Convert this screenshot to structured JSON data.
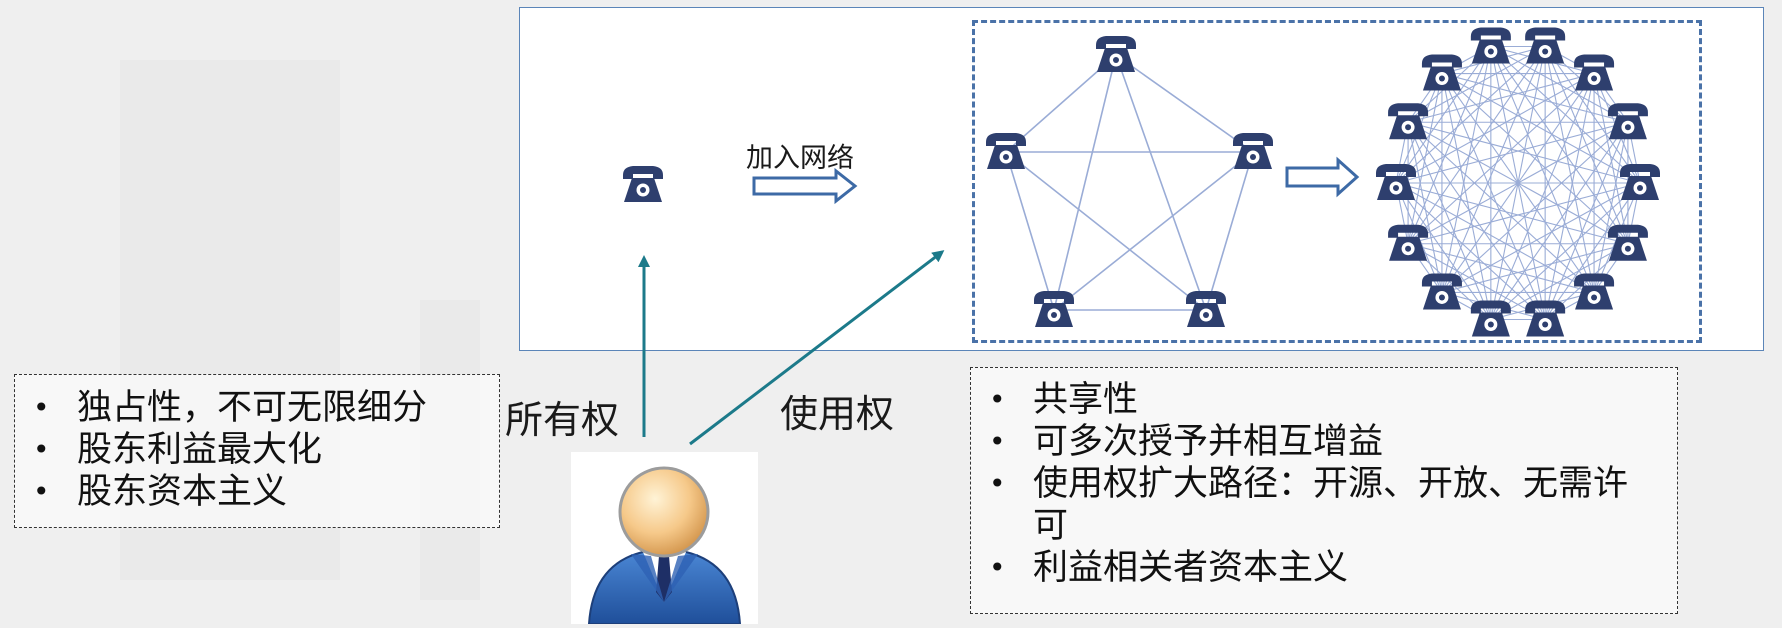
{
  "diagram": {
    "arrow_join_label": "加入网络",
    "ownership_label": "所有权",
    "usage_label": "使用权",
    "left_points": [
      "独占性，不可无限细分",
      "股东利益最大化",
      "股东资本主义"
    ],
    "right_points": [
      "共享性",
      "可多次授予并相互增益",
      "使用权扩大路径：开源、开放、无需许可",
      "利益相关者资本主义"
    ],
    "node_icon": "telephone-icon",
    "person_icon": "businessman-icon",
    "colors": {
      "panel_border": "#5b85b8",
      "dashed_border": "#4a72a8",
      "phone": "#2e3f6e",
      "network_line": "#9aacd6",
      "teal_arrow": "#1c7a8a",
      "hollow_arrow": "#3d6aa6"
    },
    "networks": [
      {
        "name": "pentagon",
        "node_count": 5
      },
      {
        "name": "full-mesh",
        "node_count": 14
      }
    ]
  }
}
